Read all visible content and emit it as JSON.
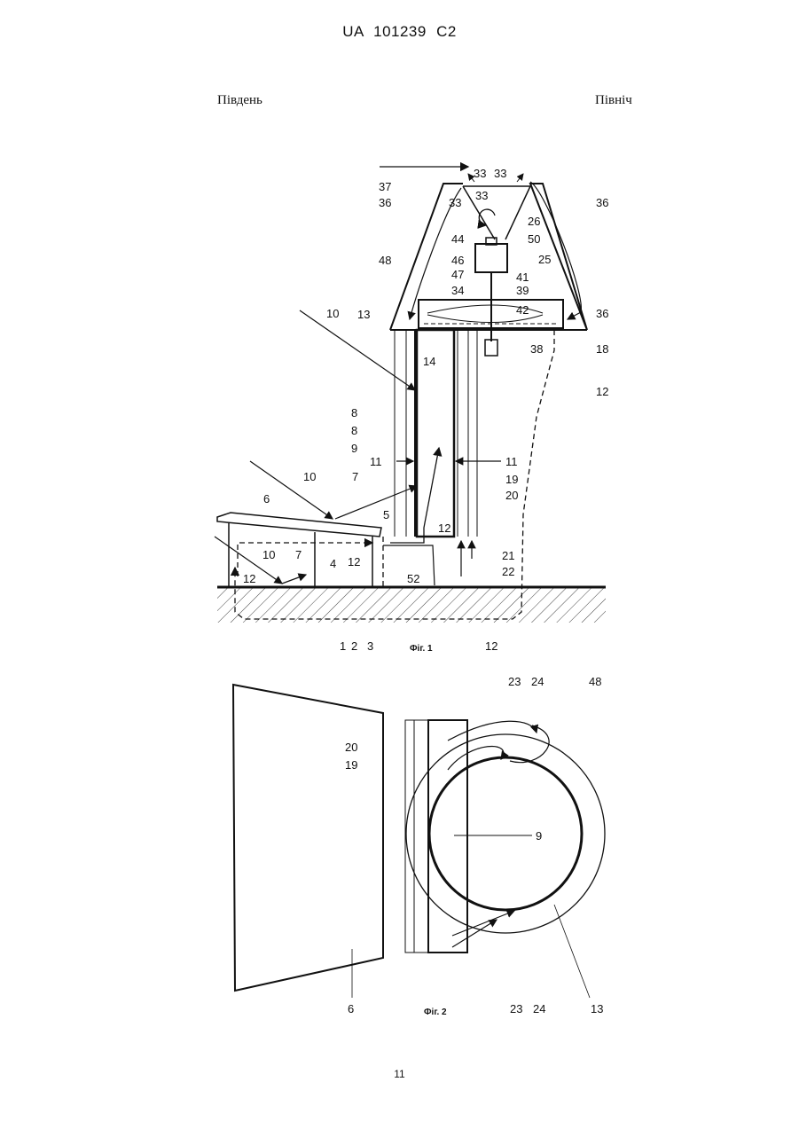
{
  "header": {
    "office": "UA",
    "number": "101239",
    "kind": "C2"
  },
  "directions": {
    "south": "Південь",
    "north": "Північ"
  },
  "fig1": {
    "caption": "Фіг. 1",
    "labels": {
      "l1": "1",
      "l2": "2",
      "l3": "3",
      "l4": "4",
      "l5": "5",
      "l6": "6",
      "l7a": "7",
      "l7b": "7",
      "l8a": "8",
      "l8b": "8",
      "l9": "9",
      "l10a": "10",
      "l10b": "10",
      "l10c": "10",
      "l11a": "11",
      "l11b": "11",
      "l12a": "12",
      "l12b": "12",
      "l12c": "12",
      "l12d": "12",
      "l12e": "12",
      "l13": "13",
      "l14": "14",
      "l18": "18",
      "l19": "19",
      "l20": "20",
      "l21": "21",
      "l22": "22",
      "l25": "25",
      "l26": "26",
      "l33a": "33",
      "l33b": "33",
      "l33c": "33",
      "l33d": "33",
      "l34": "34",
      "l36a": "36",
      "l36b": "36",
      "l36c": "36",
      "l37": "37",
      "l38": "38",
      "l39": "39",
      "l41": "41",
      "l42": "42",
      "l44": "44",
      "l46": "46",
      "l47": "47",
      "l48": "48",
      "l50": "50",
      "l52": "52"
    }
  },
  "fig2": {
    "caption": "Фіг. 2",
    "labels": {
      "l6": "6",
      "l9": "9",
      "l13": "13",
      "l19": "19",
      "l20": "20",
      "l23a": "23",
      "l24a": "24",
      "l23b": "23",
      "l24b": "24",
      "l48": "48"
    }
  },
  "page_number": "11"
}
